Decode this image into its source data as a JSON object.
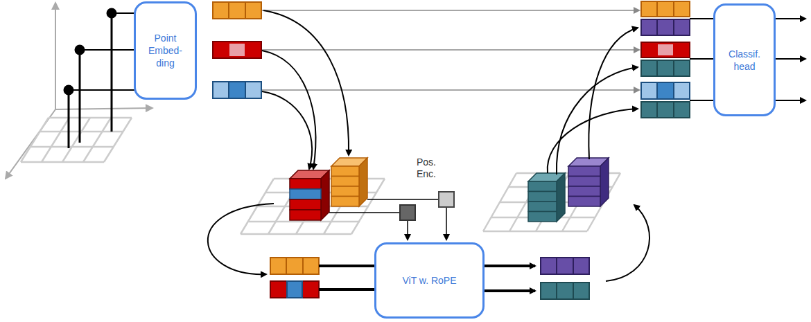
{
  "diagram": {
    "nodes": [
      {
        "text": [
          "Point Embed- ding"
        ]
      },
      {
        "text": [
          "ViT w. RoPE"
        ]
      },
      {
        "text": [
          "Classif. head"
        ]
      }
    ],
    "labels": [
      "Pos. Enc."
    ]
  }
}
